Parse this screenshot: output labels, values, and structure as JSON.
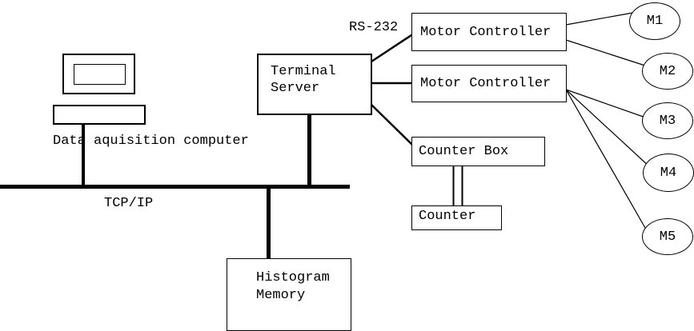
{
  "colors": {
    "ink": "#000000",
    "background": "#ffffff"
  },
  "diagram": {
    "computer_label": "Data aquisition computer",
    "bus_label": "TCP/IP",
    "link_label": "RS-232",
    "terminal_server": {
      "line1": "Terminal",
      "line2": "Server"
    },
    "motor_controller_1": {
      "label": "Motor Controller"
    },
    "motor_controller_2": {
      "label": "Motor Controller"
    },
    "counter_box": {
      "label": "Counter Box"
    },
    "counter": {
      "label": "Counter"
    },
    "histogram_memory": {
      "line1": "Histogram",
      "line2": "Memory"
    },
    "motors": [
      "M1",
      "M2",
      "M3",
      "M4",
      "M5"
    ]
  }
}
